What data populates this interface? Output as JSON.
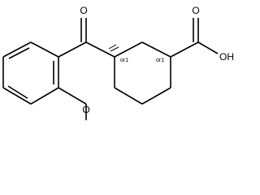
{
  "molecule": {
    "atom_labels": {
      "carbonyl_oxygen": "O",
      "methoxy_oxygen": "O",
      "acid_hydroxyl": "OH"
    },
    "stereo_labels": {
      "left_center": "or1",
      "right_center": "or1"
    }
  },
  "colors": {
    "bond": "#000000",
    "background": "#ffffff"
  }
}
